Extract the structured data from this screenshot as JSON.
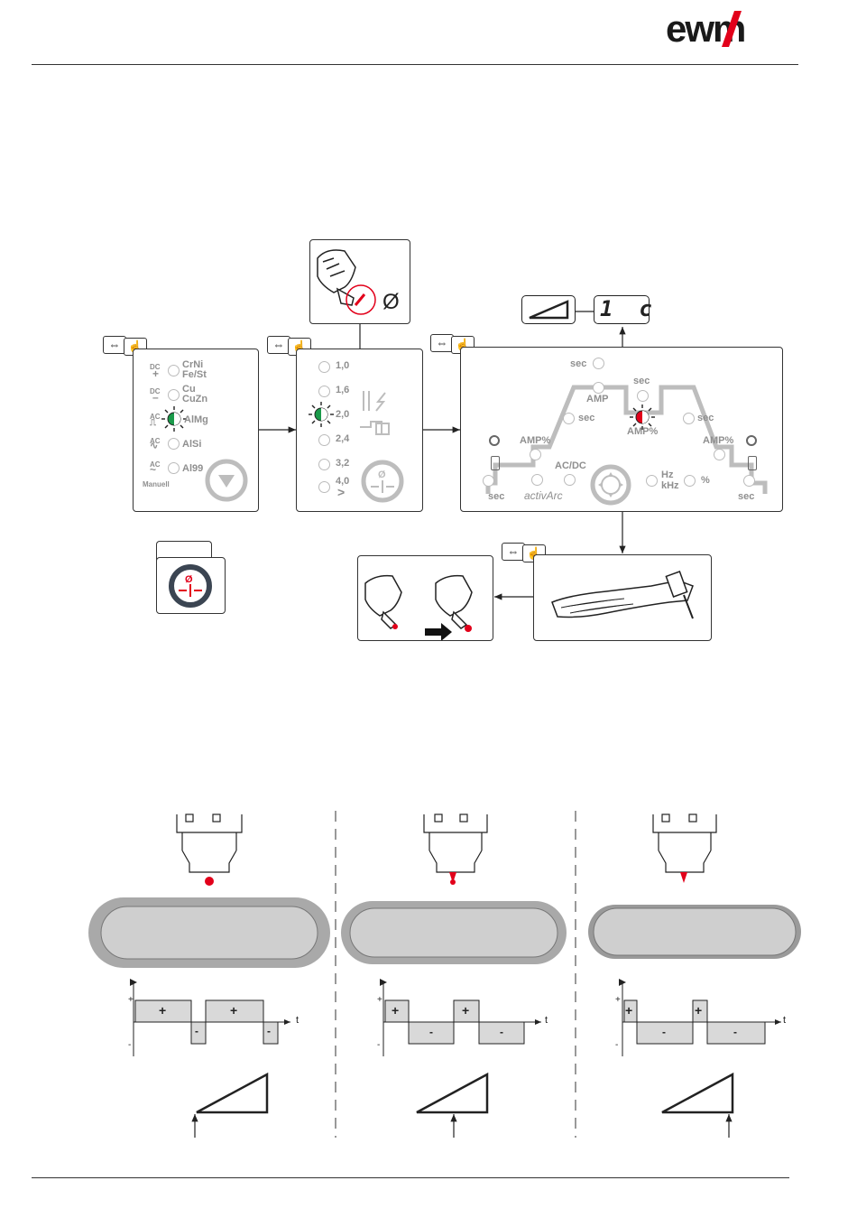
{
  "header": {
    "brand": "ewm"
  },
  "panel1": {
    "rows": [
      {
        "mode": "DC",
        "sign": "+",
        "material": "CrNi\nFe/St"
      },
      {
        "mode": "DC",
        "sign": "–",
        "material": "Cu\nCuZn"
      },
      {
        "mode": "AC",
        "sign": "⎍",
        "material": "AlMg"
      },
      {
        "mode": "AC",
        "sign": "∿",
        "material": "AlSi"
      },
      {
        "mode": "AC",
        "sign": "~",
        "material": "Al99"
      }
    ],
    "manual_label": "Manuell"
  },
  "panel2": {
    "diameters": [
      "1,0",
      "1,6",
      "2,0",
      "2,4",
      "3,2",
      "4,0"
    ],
    "gt": ">",
    "diameter_symbol": "Ø"
  },
  "panel3": {
    "labels": {
      "sec_top": "sec",
      "amp_top": "AMP",
      "sec_top2": "sec",
      "sec_left": "sec",
      "sec_right": "sec",
      "amp_pct_left": "AMP%",
      "amp_pct_mid": "AMP%",
      "amp_pct_right": "AMP%",
      "acdc": "AC/DC",
      "activarc": "activArc",
      "hz": "Hz",
      "khz": "kHz",
      "pct": "%",
      "sec_bottom_left": "sec",
      "sec_bottom_right": "sec"
    }
  },
  "display": {
    "value": "1  c"
  },
  "wave_axis": {
    "t": "t",
    "plus": "+",
    "minus": "-"
  },
  "colors": {
    "green": "#1a9a4a",
    "red": "#e2001a",
    "grey": "#bdbdbd"
  }
}
